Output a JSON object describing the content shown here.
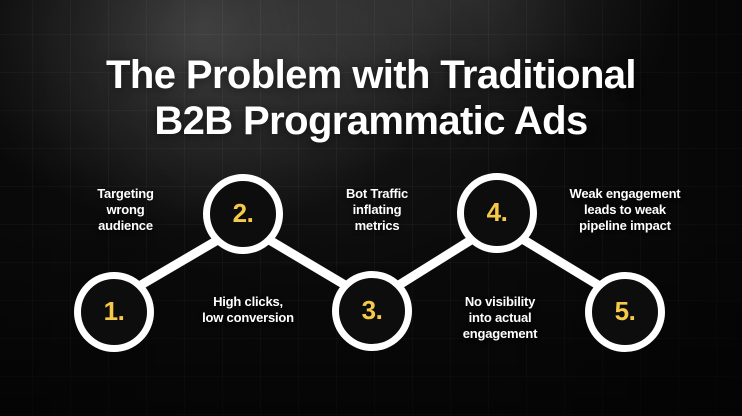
{
  "slide": {
    "title_lines": [
      "The Problem with Traditional",
      "B2B Programmatic Ads"
    ],
    "background_color": "#0b0b0b",
    "accent_color": "#F7C948",
    "text_color": "#ffffff"
  },
  "diagram": {
    "type": "zigzag-step-flow",
    "nodes": [
      {
        "number": "1.",
        "caption_lines": [
          "Targeting",
          "wrong",
          "audience"
        ],
        "position": "lower"
      },
      {
        "number": "2.",
        "caption_lines": [
          "High clicks,",
          "low conversion"
        ],
        "position": "upper"
      },
      {
        "number": "3.",
        "caption_lines": [
          "Bot Traffic",
          "inflating",
          "metrics"
        ],
        "position": "lower"
      },
      {
        "number": "4.",
        "caption_lines": [
          "No visibility",
          "into actual",
          "engagement"
        ],
        "position": "upper"
      },
      {
        "number": "5.",
        "caption_lines": [
          "Weak engagement",
          "leads to weak",
          "pipeline impact"
        ],
        "position": "lower"
      }
    ]
  }
}
